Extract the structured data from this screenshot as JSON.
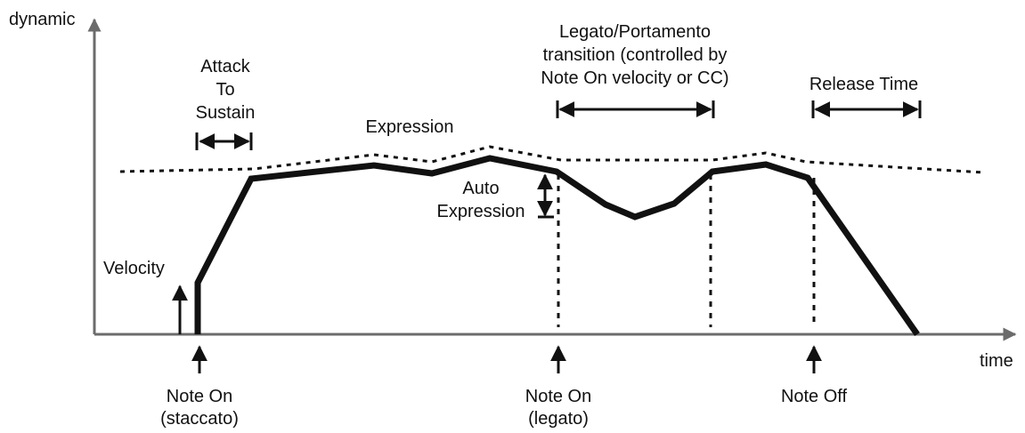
{
  "axes": {
    "y_label": "dynamic",
    "x_label": "time"
  },
  "labels": {
    "attack_to_sustain": [
      "Attack",
      "To",
      "Sustain"
    ],
    "expression": "Expression",
    "legato_transition": [
      "Legato/Portamento",
      "transition (controlled by",
      "Note On velocity or CC)"
    ],
    "release_time": "Release Time",
    "auto_expression": [
      "Auto",
      "Expression"
    ],
    "velocity": "Velocity"
  },
  "events": {
    "note_on_staccato": [
      "Note On",
      "(staccato)"
    ],
    "note_on_legato": [
      "Note On",
      "(legato)"
    ],
    "note_off": "Note Off"
  }
}
